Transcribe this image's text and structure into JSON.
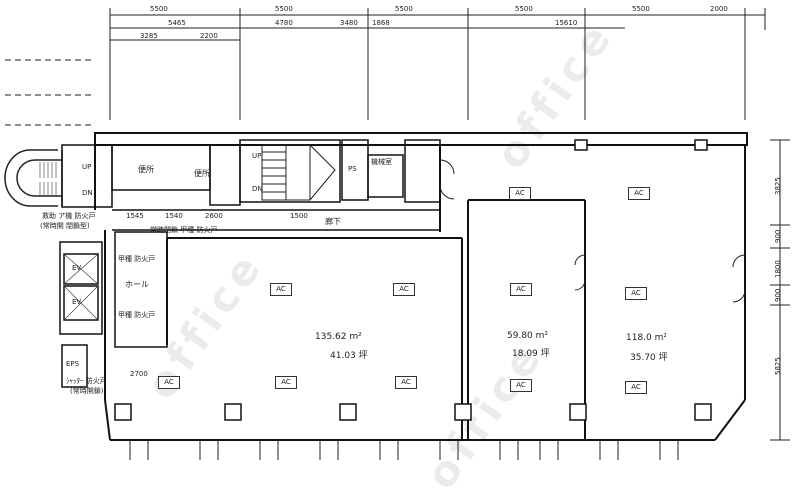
{
  "watermark": "office",
  "dimensions_top": {
    "row1": [
      "5500",
      "5500",
      "5500",
      "5500",
      "5500",
      "2000"
    ],
    "row2": [
      "5465",
      "4780",
      "3480",
      "1868",
      "15610"
    ],
    "row3": [
      "3285",
      "2200"
    ]
  },
  "dimensions_right": [
    "3825",
    "900",
    "1800",
    "900",
    "5825"
  ],
  "stairs": {
    "left_up": "UP",
    "left_dn": "DN",
    "center_up": "UP",
    "center_dn": "DN"
  },
  "rooms": {
    "restroom_1": "便所",
    "restroom_2": "便所",
    "ps": "PS",
    "machine_room": "機械室",
    "corridor": "廊下",
    "hall": "ホール",
    "ev1": "EV",
    "ev2": "EV",
    "eps": "EPS"
  },
  "notes": {
    "rescue_left_1": "救助 ア機 防火戸",
    "rescue_left_2": "(常時開 閉鎖型)",
    "smoke_1": "常時閉鎖 甲種 防火戸",
    "kousyu_1": "甲種 防火戸",
    "kousyu_2": "甲種 防火戸",
    "shutter_1": "ｼｬｯﾀｰ 防火戸",
    "shutter_2": "(常時開鎖)"
  },
  "dims_inner": [
    "1545",
    "1540",
    "2600",
    "1500",
    "2700"
  ],
  "tenants": [
    {
      "area_m2": "135.62 m²",
      "area_tsubo": "41.03 坪"
    },
    {
      "area_m2": "59.80 m²",
      "area_tsubo": "18.09 坪"
    },
    {
      "area_m2": "118.0 m²",
      "area_tsubo": "35.70 坪"
    }
  ],
  "ac_label": "AC"
}
